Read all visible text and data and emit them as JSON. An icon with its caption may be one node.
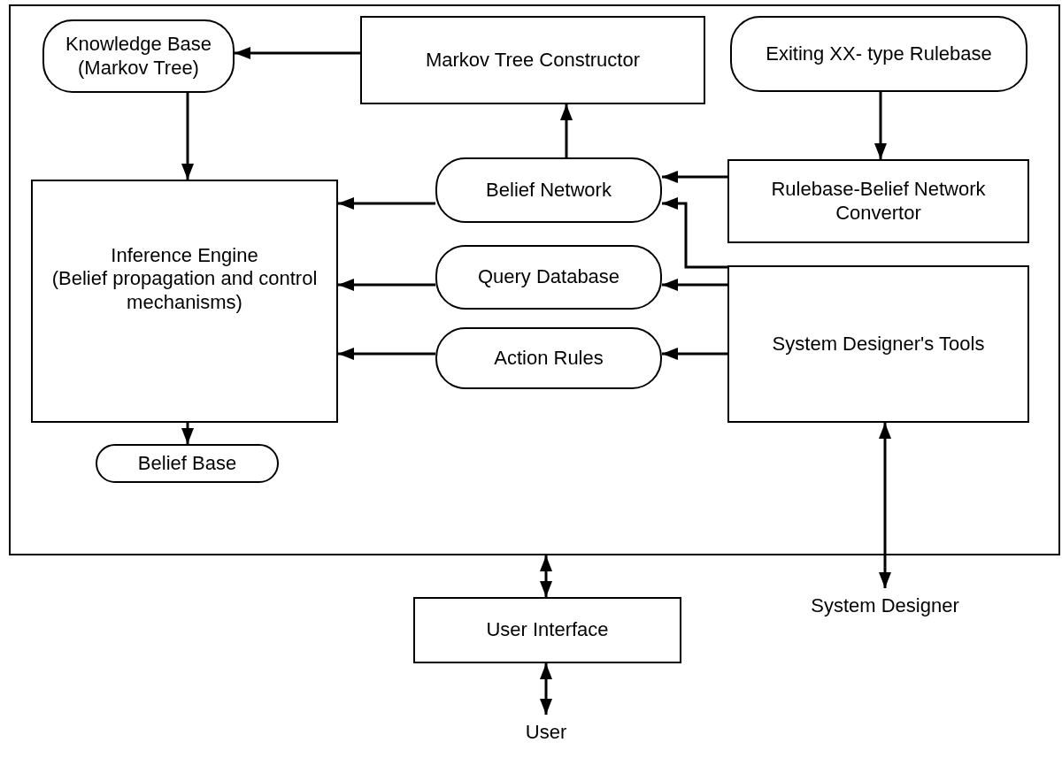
{
  "diagram": {
    "nodes": [
      {
        "text": [],
        "shape": "box"
      },
      {
        "text": [
          "Knowledge Base (Markov Tree)"
        ],
        "in": 0
      },
      {
        "text": [
          "Markov Tree Constructor"
        ],
        "in": 0
      },
      {
        "text": [
          "Exiting XX- type Rulebase"
        ],
        "in": 0
      },
      {
        "text": [
          "Inference Engine",
          "(Belief propagation and control mechanisms)"
        ],
        "in": 0
      },
      {
        "text": [
          "Belief Network"
        ],
        "in": 0
      },
      {
        "text": [
          "Rulebase-Belief Network Convertor"
        ],
        "in": 0
      },
      {
        "text": [
          "Query Database"
        ],
        "in": 0
      },
      {
        "text": [
          "System Designer's Tools"
        ],
        "in": 0
      },
      {
        "text": [
          "Action Rules"
        ],
        "in": 0
      },
      {
        "text": [
          "Belief Base"
        ],
        "in": 0
      },
      {
        "text": [
          "User Interface"
        ]
      },
      {
        "text": [
          "System Designer"
        ]
      },
      {
        "text": [
          "User"
        ]
      }
    ],
    "edges": [
      {
        "from": 2,
        "to": 1,
        "arrow": "to"
      },
      {
        "from": 1,
        "to": 4,
        "arrow": "to"
      },
      {
        "from": 5,
        "to": 2,
        "arrow": "to"
      },
      {
        "from": 3,
        "to": 6,
        "arrow": "to"
      },
      {
        "from": 6,
        "to": 5,
        "arrow": "to"
      },
      {
        "from": 8,
        "to": 5,
        "arrow": "to"
      },
      {
        "from": 5,
        "to": 4,
        "arrow": "to"
      },
      {
        "from": 8,
        "to": 7,
        "arrow": "to"
      },
      {
        "from": 7,
        "to": 4,
        "arrow": "to"
      },
      {
        "from": 8,
        "to": 9,
        "arrow": "to"
      },
      {
        "from": 9,
        "to": 4,
        "arrow": "to"
      },
      {
        "from": 4,
        "to": 10,
        "arrow": "to"
      },
      {
        "from": 0,
        "to": 11,
        "arrow": "both"
      },
      {
        "from": 11,
        "to": 13,
        "arrow": "both"
      },
      {
        "from": 8,
        "to": 12,
        "arrow": "both"
      }
    ]
  }
}
